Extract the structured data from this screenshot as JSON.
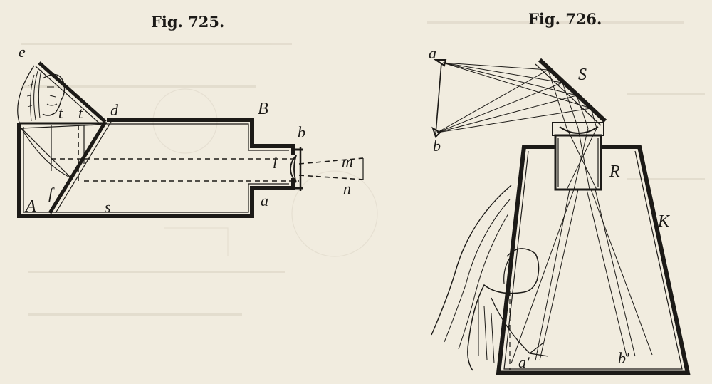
{
  "figures": [
    {
      "title": "Fig. 725.",
      "labels": {
        "e": "e",
        "d": "d",
        "B": "B",
        "b": "b",
        "l": "l",
        "m": "m",
        "n": "n",
        "a": "a",
        "A": "A",
        "f": "f",
        "s": "s",
        "t1": "t",
        "t2": "t"
      }
    },
    {
      "title": "Fig. 726.",
      "labels": {
        "a": "a",
        "b": "b",
        "S": "S",
        "R": "R",
        "K": "K",
        "a1": "a′",
        "b1": "b′"
      }
    }
  ],
  "colors": {
    "paper": "#f1ecdf",
    "ink": "#1c1a17"
  }
}
